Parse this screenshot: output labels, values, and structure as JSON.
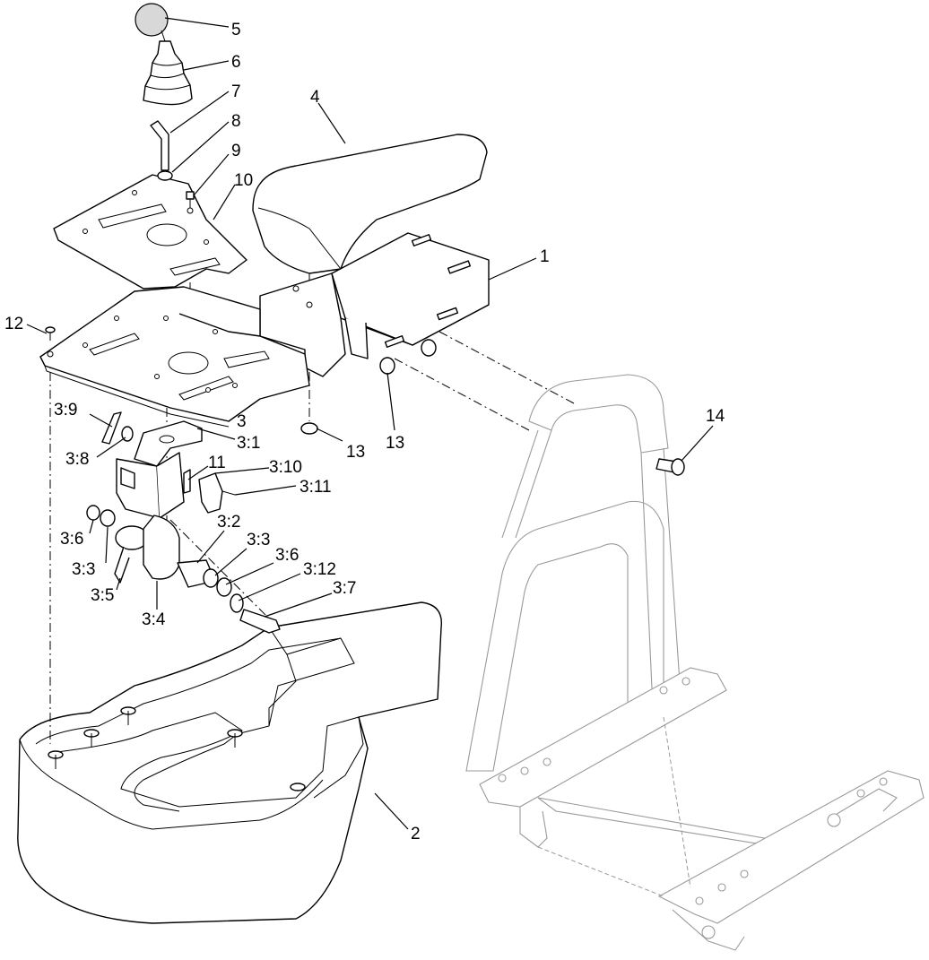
{
  "callouts": {
    "c1": "1",
    "c2": "2",
    "c3": "3",
    "c4": "4",
    "c5": "5",
    "c6": "6",
    "c7": "7",
    "c8": "8",
    "c9": "9",
    "c10": "10",
    "c11": "11",
    "c12": "12",
    "c13a": "13",
    "c13b": "13",
    "c14": "14",
    "c3_1": "3:1",
    "c3_2": "3:2",
    "c3_3a": "3:3",
    "c3_3b": "3:3",
    "c3_4": "3:4",
    "c3_5": "3:5",
    "c3_6a": "3:6",
    "c3_6b": "3:6",
    "c3_7": "3:7",
    "c3_8": "3:8",
    "c3_9": "3:9",
    "c3_10": "3:10",
    "c3_11": "3:11",
    "c3_12": "3:12"
  }
}
